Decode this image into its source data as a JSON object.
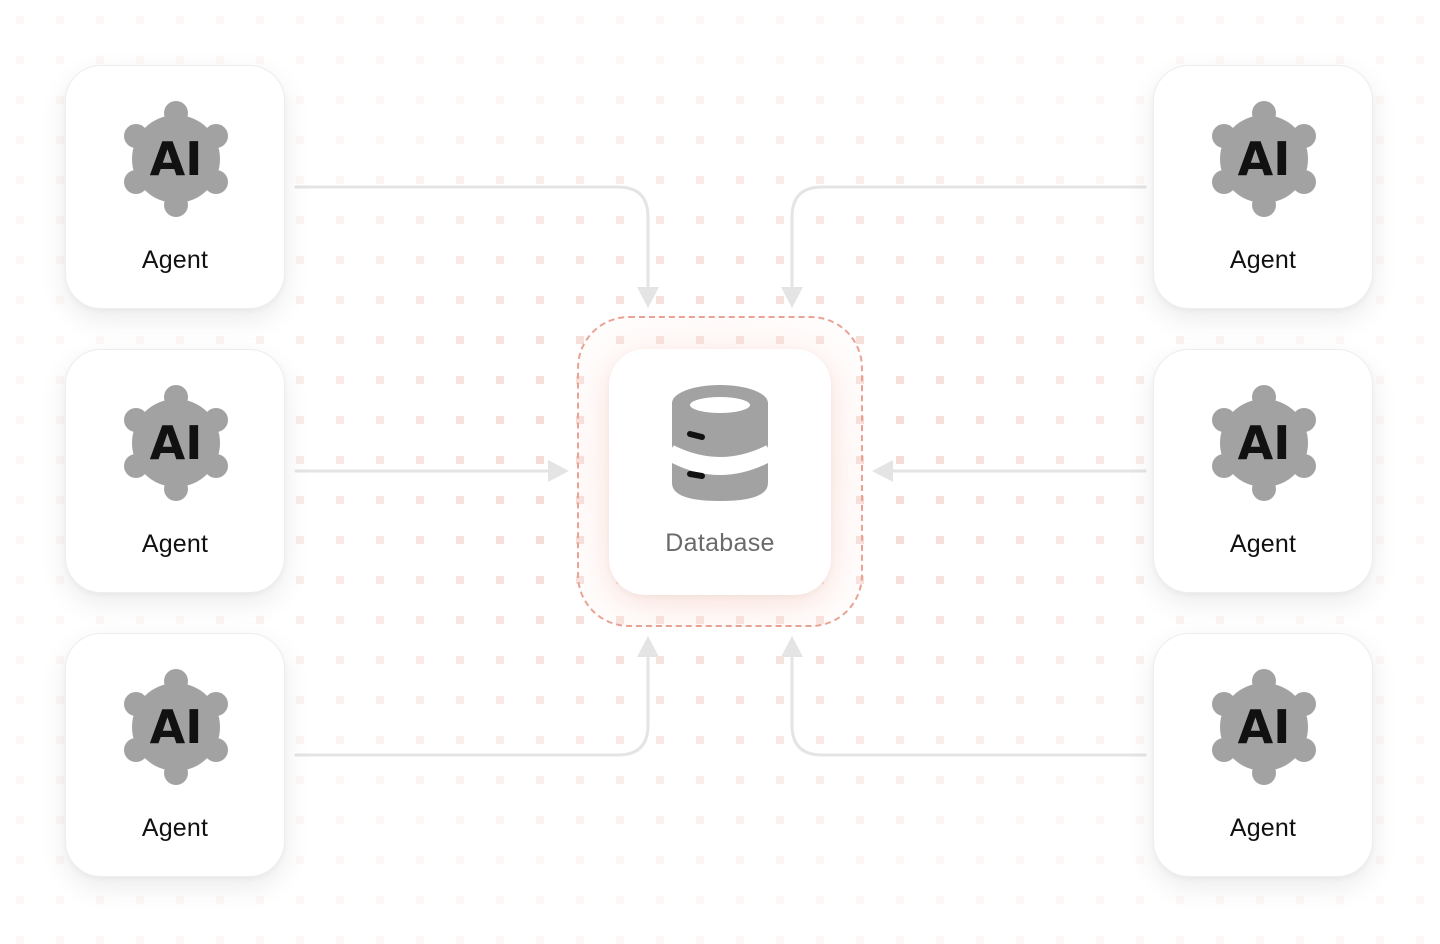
{
  "colors": {
    "dot": "#e8a99b",
    "connector": "#e4e4e4",
    "icon": "#a2a2a2",
    "icon_text": "#111111",
    "halo_border": "#e9a294"
  },
  "agents": [
    {
      "icon_name": "ai-gear-icon",
      "icon_text": "AI",
      "label": "Agent"
    },
    {
      "icon_name": "ai-gear-icon",
      "icon_text": "AI",
      "label": "Agent"
    },
    {
      "icon_name": "ai-gear-icon",
      "icon_text": "AI",
      "label": "Agent"
    },
    {
      "icon_name": "ai-gear-icon",
      "icon_text": "AI",
      "label": "Agent"
    },
    {
      "icon_name": "ai-gear-icon",
      "icon_text": "AI",
      "label": "Agent"
    },
    {
      "icon_name": "ai-gear-icon",
      "icon_text": "AI",
      "label": "Agent"
    }
  ],
  "database": {
    "icon_name": "database-icon",
    "label": "Database"
  }
}
